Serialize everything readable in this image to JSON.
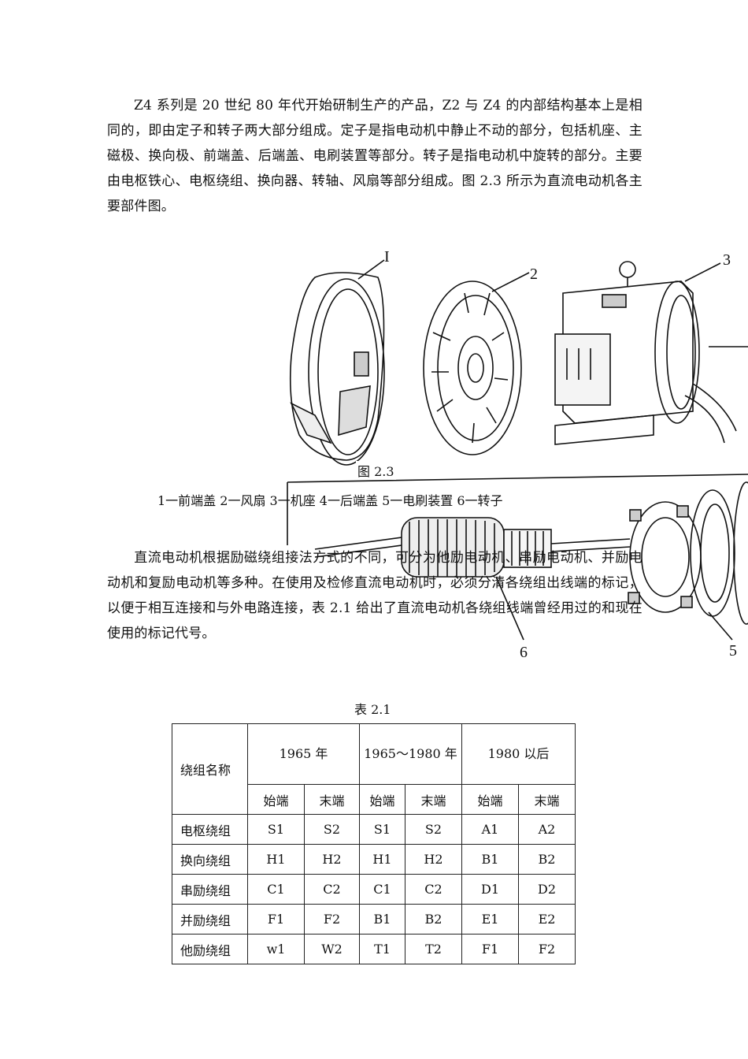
{
  "intro_paragraph": "Z4 系列是 20 世纪 80 年代开始研制生产的产品，Z2 与 Z4 的内部结构基本上是相同的，即由定子和转子两大部分组成。定子是指电动机中静止不动的部分，包括机座、主磁极、换向极、前端盖、后端盖、电刷装置等部分。转子是指电动机中旋转的部分。主要由电枢铁心、电枢绕组、换向器、转轴、风扇等部分组成。图 2.3 所示为直流电动机各主要部件图。",
  "figure": {
    "caption": "图 2.3",
    "legend": "1一前端盖  2一风扇  3一机座  4一后端盖  5一电刷装置  6一转子",
    "callouts": [
      "I",
      "2",
      "3",
      "6",
      "5"
    ]
  },
  "second_paragraph": "直流电动机根据励磁绕组接法方式的不同，可分为他励电动机、串励电动机、并励电动机和复励电动机等多种。在使用及检修直流电动机时，必须分清各绕组出线端的标记，以便于相互连接和与外电路连接，表 2.1 给出了直流电动机各绕组线端曾经用过的和现在使用的标记代号。",
  "table": {
    "caption": "表 2.1",
    "name_header": "绕组名称",
    "group_headers": [
      "1965 年",
      "1965～1980 年",
      "1980 以后"
    ],
    "sub_headers": [
      "始端",
      "末端",
      "始端",
      "末端",
      "始端",
      "末端"
    ],
    "rows": [
      {
        "name": "电枢绕组",
        "cells": [
          "S1",
          "S2",
          "S1",
          "S2",
          "A1",
          "A2"
        ]
      },
      {
        "name": "换向绕组",
        "cells": [
          "H1",
          "H2",
          "H1",
          "H2",
          "B1",
          "B2"
        ]
      },
      {
        "name": "串励绕组",
        "cells": [
          "C1",
          "C2",
          "C1",
          "C2",
          "D1",
          "D2"
        ]
      },
      {
        "name": "并励绕组",
        "cells": [
          "F1",
          "F2",
          "B1",
          "B2",
          "E1",
          "E2"
        ]
      },
      {
        "name": "他励绕组",
        "cells": [
          "w1",
          "W2",
          "T1",
          "T2",
          "F1",
          "F2"
        ]
      }
    ]
  }
}
